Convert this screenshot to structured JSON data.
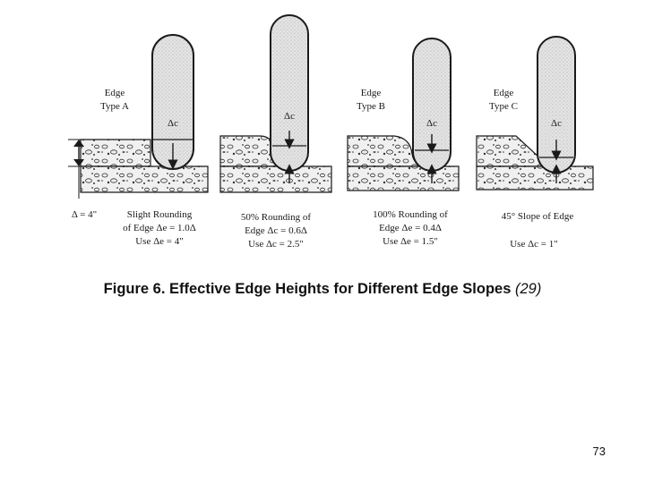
{
  "figure": {
    "panels": [
      {
        "type_label": [
          "Edge",
          "Type A"
        ],
        "delta_label": "Δc",
        "caption": [
          "Slight Rounding",
          "of Edge Δe = 1.0Δ",
          "Use Δe = 4\""
        ]
      },
      {
        "type_label": [],
        "delta_label": "Δc",
        "caption": [
          "50% Rounding of",
          "Edge Δc = 0.6Δ",
          "Use Δc = 2.5\""
        ]
      },
      {
        "type_label": [
          "Edge",
          "Type B"
        ],
        "delta_label": "Δc",
        "caption": [
          "100% Rounding of",
          "Edge Δe = 0.4Δ",
          "Use Δe = 1.5\""
        ]
      },
      {
        "type_label": [
          "Edge",
          "Type C"
        ],
        "delta_label": "Δc",
        "caption": [
          "45° Slope of Edge",
          "",
          "Use Δc = 1\""
        ]
      }
    ],
    "delta_total": "Δ = 4\""
  },
  "caption": {
    "main": "Figure 6. Effective Edge Heights for Different Edge Slopes",
    "ref": "(29)"
  },
  "page_number": "73",
  "colors": {
    "ink": "#1a1a1a",
    "tire_fill": "#d9d9d9",
    "aggregate_fill": "#f2f2f2"
  }
}
